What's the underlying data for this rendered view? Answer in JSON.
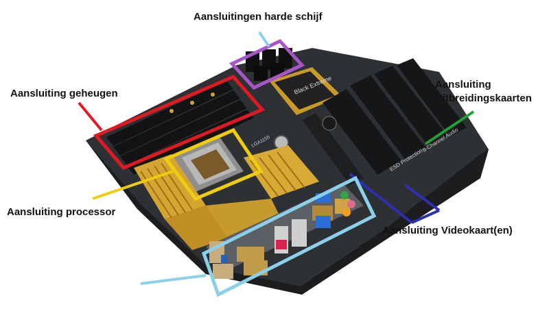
{
  "labels": {
    "hard_drive": "Aansluitingen harde schijf",
    "memory": "Aansluiting geheugen",
    "expansion_line1": "Aansluiting",
    "expansion_line2": "Uitbreidingskaarten",
    "processor": "Aansluiting processor",
    "video": "Aansluiting Videokaart(en)",
    "board_text_1": "Black Extreme",
    "board_text_2": "LGA1155",
    "board_text_3": "8-Channel Audio",
    "board_text_4": "ESD Protection"
  },
  "colors": {
    "hard_drive_marker": "#a855c8",
    "memory_marker": "#e01a22",
    "expansion_marker": "#1fa13a",
    "processor_marker": "#f0cc0e",
    "video_marker": "#2b2fb0",
    "io_marker": "#8ad0ea",
    "board": "#2d3033",
    "heatsink": "#d4a531"
  }
}
